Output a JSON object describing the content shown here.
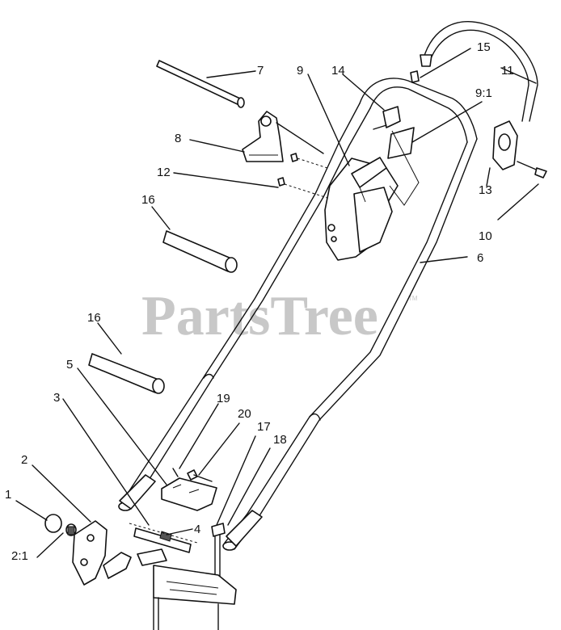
{
  "watermark": {
    "text": "PartsTree",
    "tm": "TM"
  },
  "callouts": {
    "c7": "7",
    "c9": "9",
    "c14": "14",
    "c15": "15",
    "c11": "11",
    "c9_1": "9:1",
    "c8": "8",
    "c12": "12",
    "c16a": "16",
    "c13": "13",
    "c10": "10",
    "c6": "6",
    "c16b": "16",
    "c5": "5",
    "c3": "3",
    "c19": "19",
    "c20": "20",
    "c17": "17",
    "c18": "18",
    "c2": "2",
    "c1": "1",
    "c2_1": "2:1",
    "c4": "4"
  }
}
